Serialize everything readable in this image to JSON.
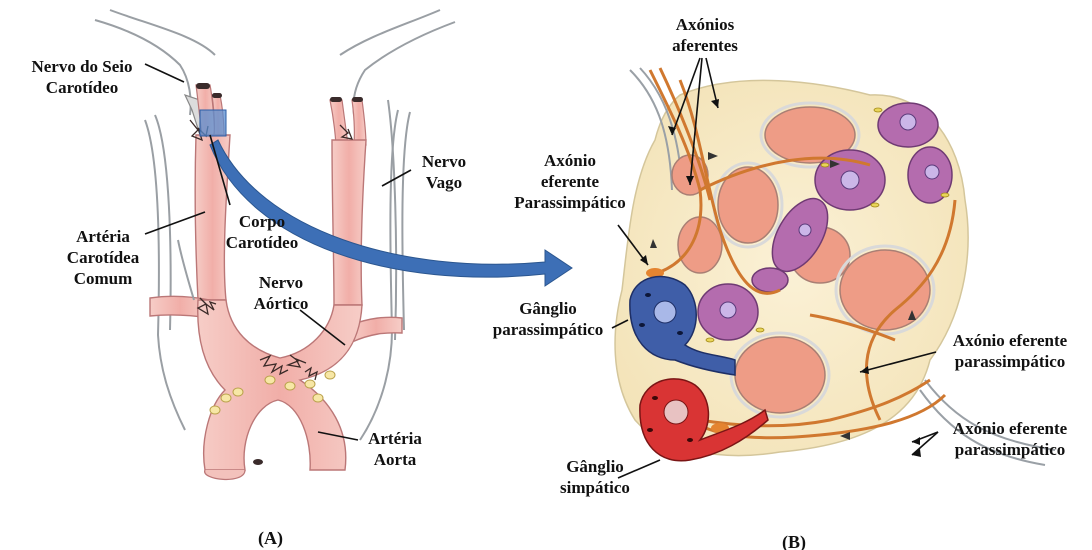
{
  "panels": {
    "a": "(A)",
    "b": "(B)"
  },
  "labels_a": {
    "sinus_nerve": [
      "Nervo do Seio",
      "Carotídeo"
    ],
    "vagus": [
      "Nervo",
      "Vago"
    ],
    "carotid_body": [
      "Corpo",
      "Carotídeo"
    ],
    "common_carotid": [
      "Artéria",
      "Carotídea",
      "Comum"
    ],
    "aortic_nerve": [
      "Nervo",
      "Aórtico"
    ],
    "aorta": [
      "Artéria",
      "Aorta"
    ]
  },
  "labels_b": {
    "afferent_axons": [
      "Axónios",
      "aferentes"
    ],
    "efferent_para": [
      "Axónio",
      "eferente",
      "Parassimpático"
    ],
    "para_ganglion": [
      "Gânglio",
      "parassimpático"
    ],
    "symp_ganglion": [
      "Gânglio",
      "simpático"
    ],
    "efferent_axon_1": [
      "Axónio eferente",
      "parassimpático"
    ],
    "efferent_axon_2": [
      "Axónio eferente",
      "parassimpático"
    ]
  },
  "colors": {
    "artery": "#f3b9b3",
    "artery_edge": "#c98a86",
    "nerve": "#d8dadc",
    "arrow": "#3d6fb6",
    "tissue": "#f8ebc9",
    "axon": "#d0782f",
    "glomus": "#b46cae",
    "para_ganglion": "#3f5ea8",
    "symp_ganglion": "#d93434",
    "capillary": "#ef9f88"
  }
}
